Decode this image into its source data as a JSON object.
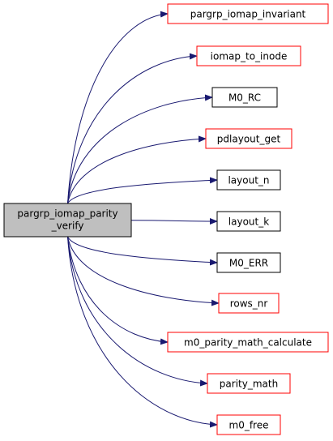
{
  "colors": {
    "edge": "#191970",
    "node_red_border": "#ff0000",
    "node_black_border": "#000000",
    "root_fill": "#bfbfbf",
    "node_fill": "#ffffff"
  },
  "root": {
    "lines": [
      "pargrp_iomap_parity",
      "_verify"
    ]
  },
  "callees": [
    {
      "label": "pargrp_iomap_invariant",
      "border": "red"
    },
    {
      "label": "iomap_to_inode",
      "border": "red"
    },
    {
      "label": "M0_RC",
      "border": "black"
    },
    {
      "label": "pdlayout_get",
      "border": "red"
    },
    {
      "label": "layout_n",
      "border": "black"
    },
    {
      "label": "layout_k",
      "border": "black"
    },
    {
      "label": "M0_ERR",
      "border": "black"
    },
    {
      "label": "rows_nr",
      "border": "red"
    },
    {
      "label": "m0_parity_math_calculate",
      "border": "red"
    },
    {
      "label": "parity_math",
      "border": "red"
    },
    {
      "label": "m0_free",
      "border": "red"
    }
  ]
}
